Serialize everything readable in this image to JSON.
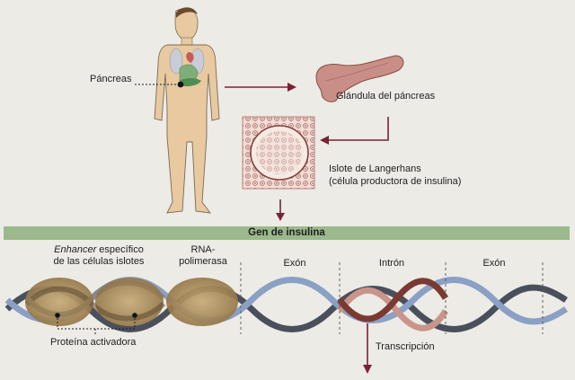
{
  "labels": {
    "pancreas": "Páncreas",
    "gland": "Glándula del páncreas",
    "islet_line1": "Islote de Langerhans",
    "islet_line2": "(célula productora de insulina)",
    "gene_banner": "Gen de insulina",
    "enhancer_em": "Enhancer",
    "enhancer_rest": " específico",
    "enhancer_line2": "de las células islotes",
    "rna_line1": "RNA-",
    "rna_line2": "polimerasa",
    "exon_left": "Exón",
    "intron": "Intrón",
    "exon_right": "Exón",
    "activator": "Proteína activadora",
    "transcription": "Transcripción"
  },
  "colors": {
    "background": "#ecebe6",
    "skin": "#e8c9a0",
    "banner": "#9bb98c",
    "arrow": "#7a2234",
    "pancreas_tissue": "#c98f86",
    "binding_protein": "#a7895a",
    "dna_dark": "#4a4f5c",
    "dna_blue": "#8aa0c4",
    "intron_dark": "#7a3a32",
    "intron_light": "#c9948a"
  }
}
